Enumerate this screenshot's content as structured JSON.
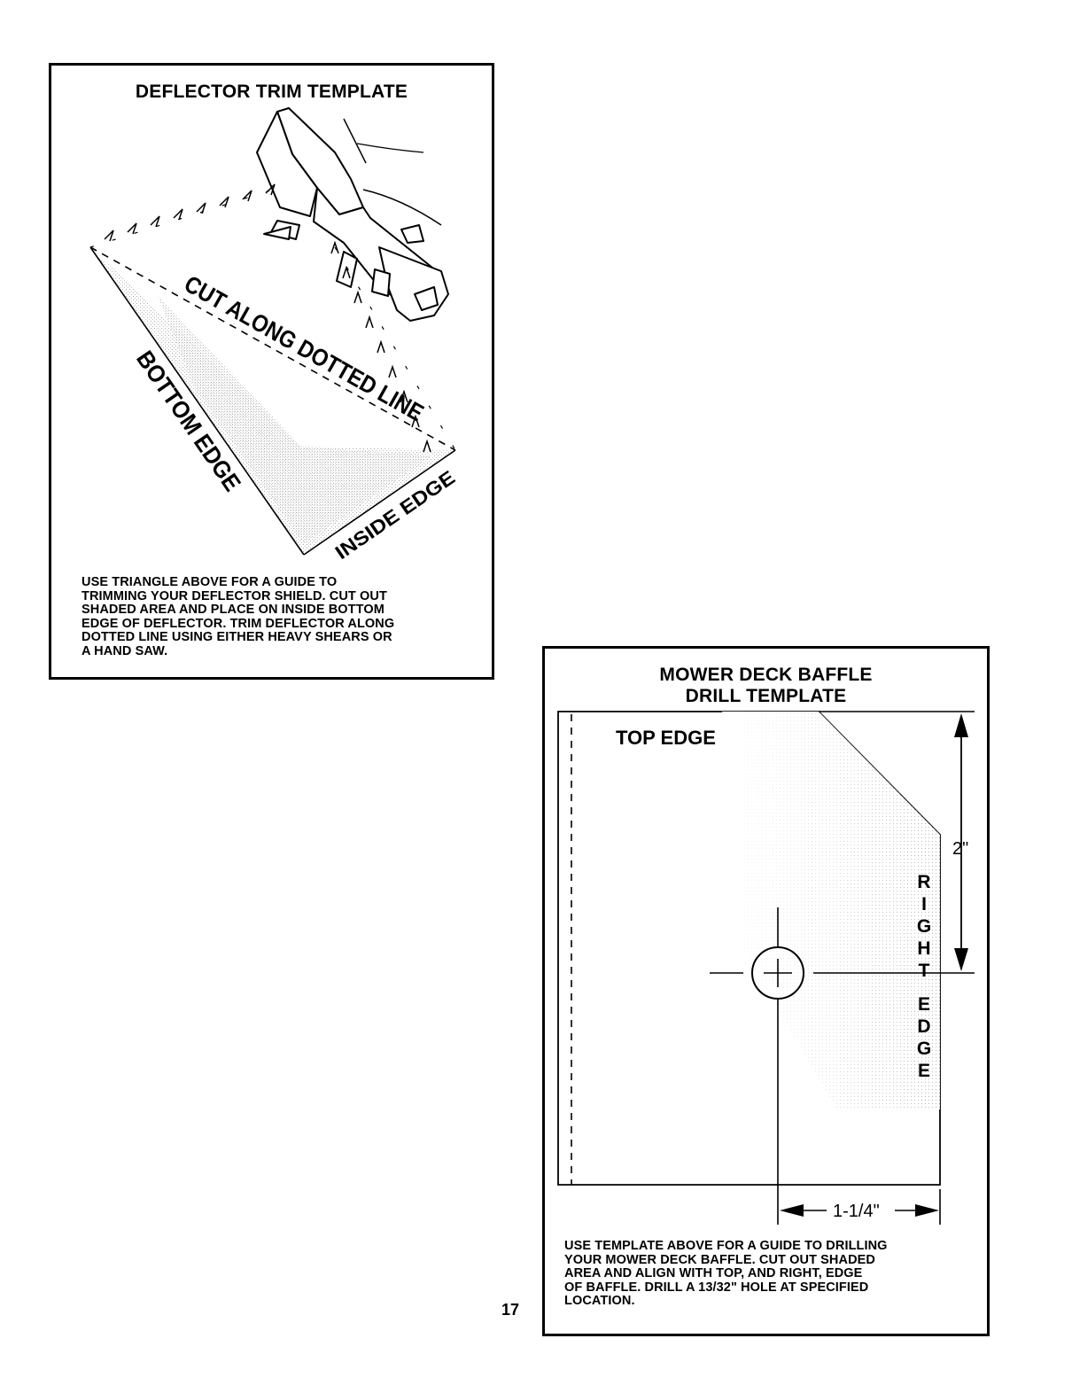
{
  "page_number": "17",
  "deflector_template": {
    "title": "DEFLECTOR TRIM TEMPLATE",
    "labels": {
      "cut_line": "CUT ALONG DOTTED LINE",
      "bottom_edge": "BOTTOM EDGE",
      "inside_edge": "INSIDE EDGE"
    },
    "instructions": "USE TRIANGLE ABOVE FOR A GUIDE TO\nTRIMMING YOUR DEFLECTOR SHIELD. CUT OUT\nSHADED AREA AND PLACE ON INSIDE BOTTOM\nEDGE OF DEFLECTOR. TRIM DEFLECTOR ALONG\nDOTTED LINE USING EITHER HEAVY SHEARS OR\nA HAND SAW."
  },
  "baffle_template": {
    "title_line1": "MOWER DECK BAFFLE",
    "title_line2": "DRILL TEMPLATE",
    "labels": {
      "top_edge": "TOP EDGE",
      "right_word": "RIGHT",
      "edge_word": "EDGE",
      "dim_vertical": "2\"",
      "dim_horizontal": "1-1/4\""
    },
    "instructions": "USE TEMPLATE ABOVE FOR A GUIDE TO DRILLING\nYOUR MOWER DECK BAFFLE. CUT OUT SHADED\nAREA AND ALIGN WITH TOP, AND RIGHT, EDGE\nOF BAFFLE. DRILL A 13/32\" HOLE AT SPECIFIED\nLOCATION."
  }
}
